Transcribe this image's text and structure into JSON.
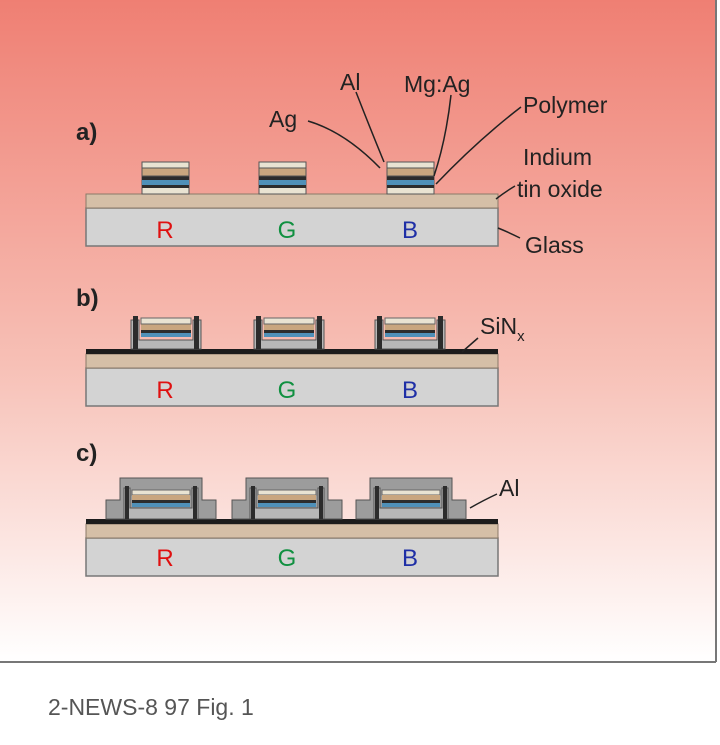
{
  "figure": {
    "caption": "2-NEWS-8 97 Fig. 1",
    "colors": {
      "background_top": "#ef7f73",
      "background_bottom": "#ffffff",
      "glass": "#d3d3d3",
      "ito": "#d5bfa7",
      "passivation": "#1c1c1c",
      "layer_dark": "#2c2c2c",
      "layer_blue": "#4f90b8",
      "layer_tan": "#c9a67f",
      "layer_light": "#e9e3d2",
      "al_cap": "#9c9c9c",
      "sin_gray": "#b7b7b7",
      "red": "#e01010",
      "green": "#109040",
      "blue": "#1f2fa6",
      "ink": "#222222"
    },
    "panels": [
      {
        "label": "a)",
        "pixels": [
          "R",
          "G",
          "B"
        ],
        "labels": {
          "ag": "Ag",
          "al": "Al",
          "mgag": "Mg:Ag",
          "polymer": "Polymer",
          "ito_line1": "Indium",
          "ito_line2": "tin oxide",
          "glass": "Glass"
        }
      },
      {
        "label": "b)",
        "pixels": [
          "R",
          "G",
          "B"
        ],
        "labels": {
          "sinx_main": "SiN",
          "sinx_sub": "x"
        }
      },
      {
        "label": "c)",
        "pixels": [
          "R",
          "G",
          "B"
        ],
        "labels": {
          "al": "Al"
        }
      }
    ]
  }
}
